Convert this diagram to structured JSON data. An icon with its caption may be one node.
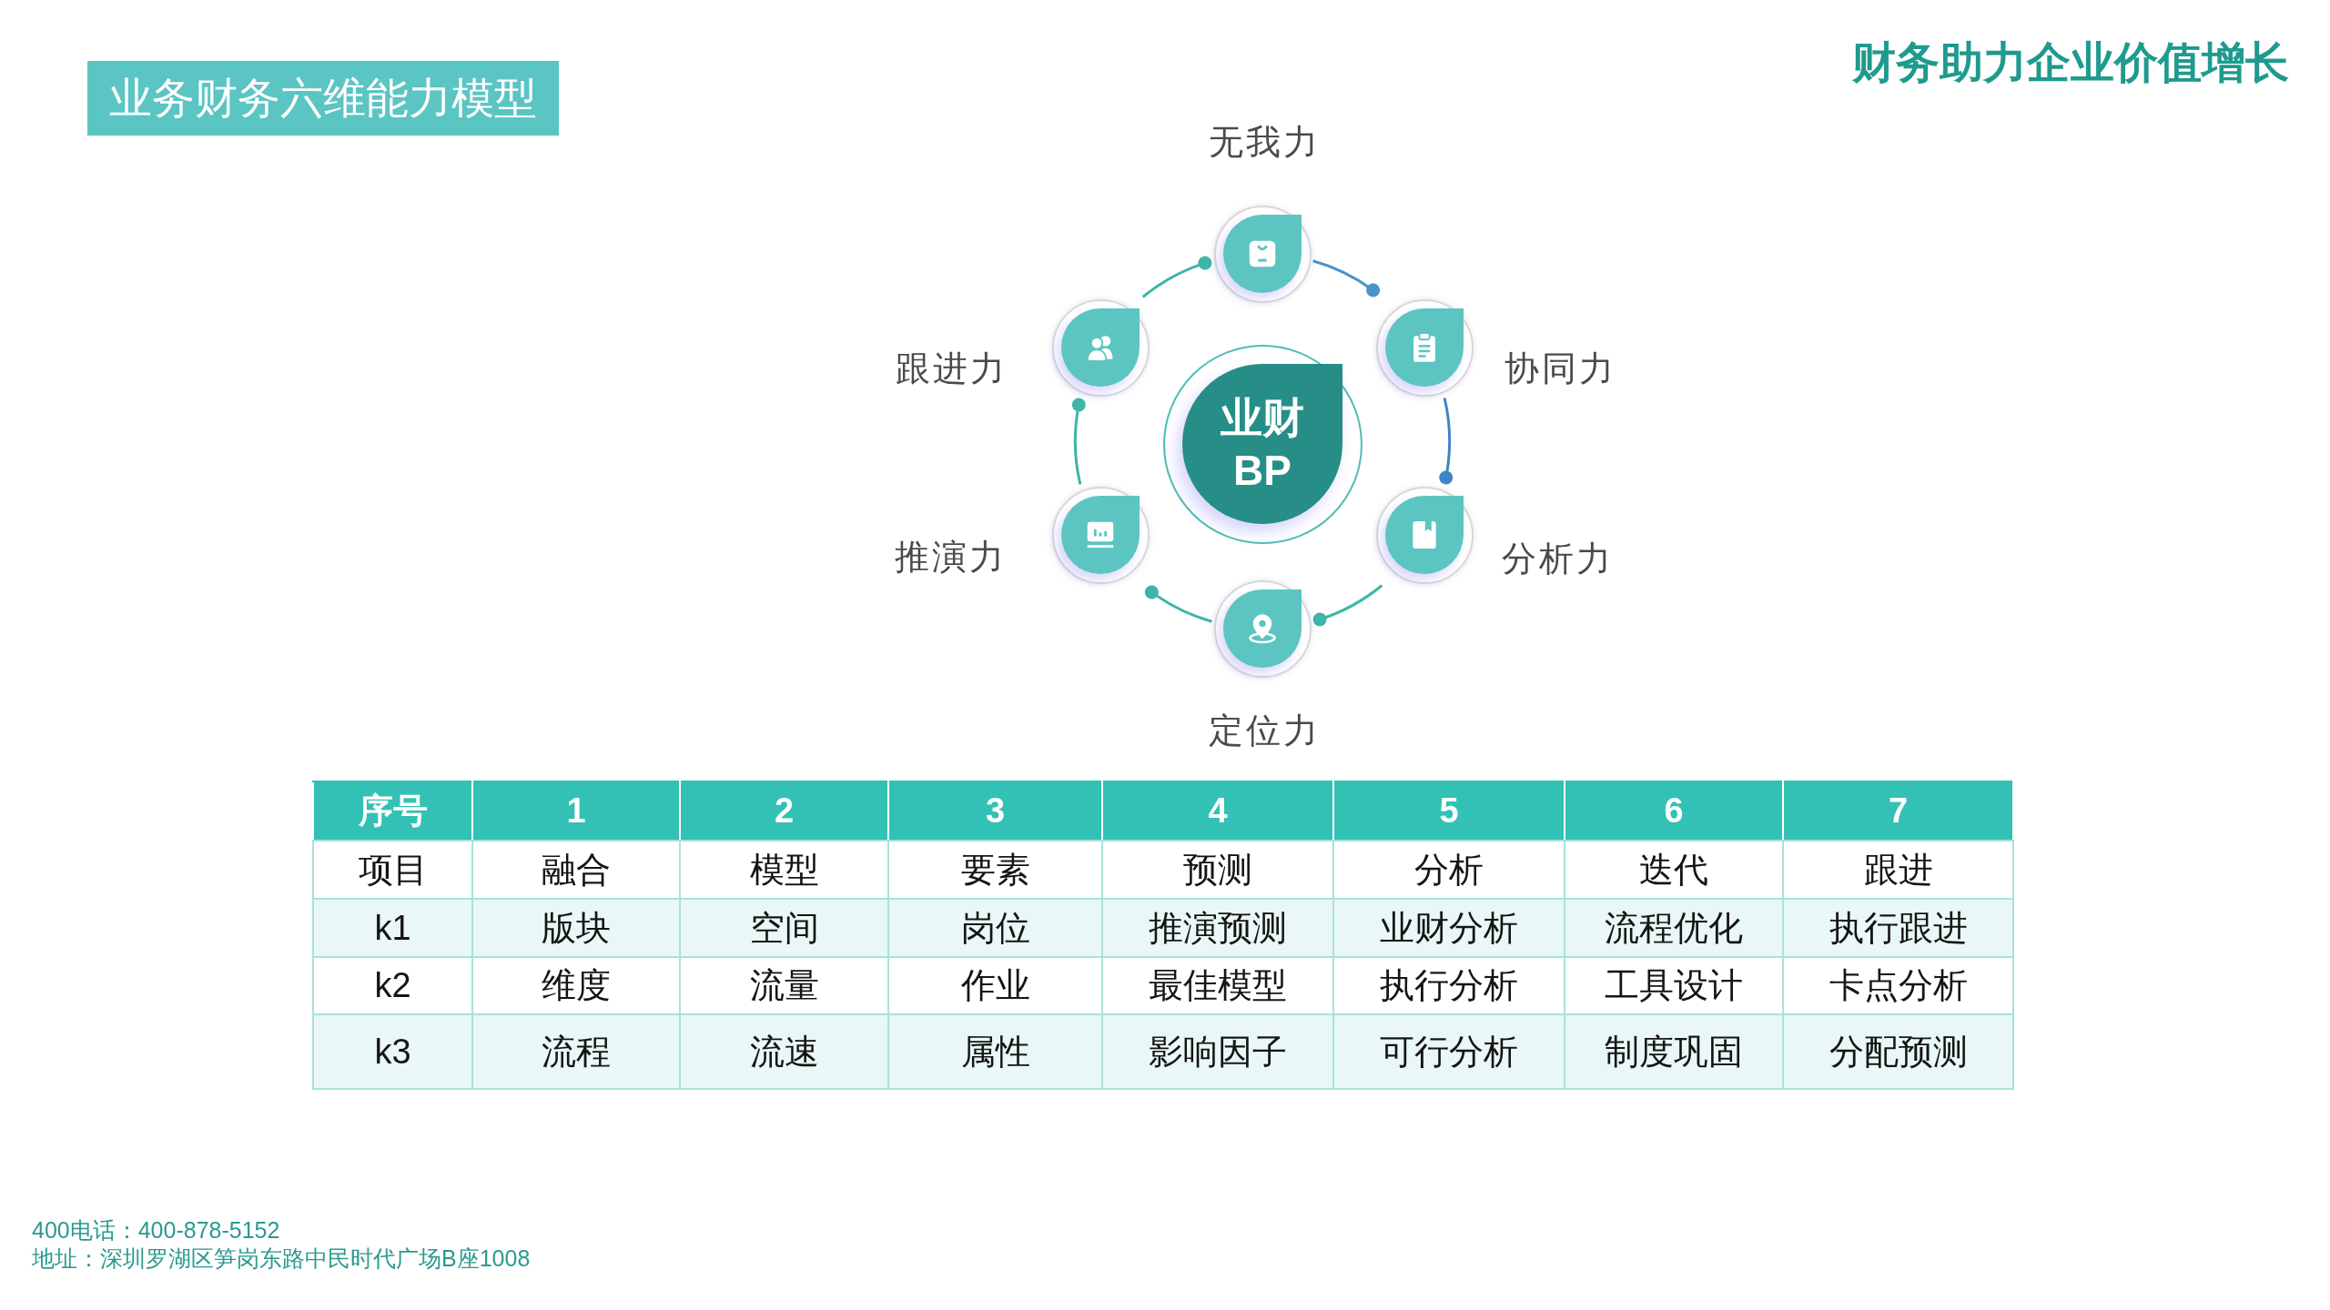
{
  "diagram": {
    "title": "业务财务六维能力模型",
    "nodes": [
      {
        "text": [
          "业财BP"
        ]
      },
      {
        "text": [],
        "shape": "circle",
        "beside": [
          "无我力"
        ]
      },
      {
        "text": [],
        "shape": "circle",
        "beside": [
          "协同力"
        ]
      },
      {
        "text": [],
        "shape": "circle",
        "beside": [
          "分析力"
        ]
      },
      {
        "text": [],
        "shape": "circle",
        "beside": [
          "定位力"
        ]
      },
      {
        "text": [],
        "shape": "circle",
        "beside": [
          "推演力"
        ]
      },
      {
        "text": [],
        "shape": "circle",
        "beside": [
          "跟进力"
        ]
      }
    ],
    "edges": [
      {
        "from": 1,
        "to": 2,
        "arrow": "other",
        "color": "#4a93c9"
      },
      {
        "from": 2,
        "to": 3,
        "arrow": "other",
        "color": "#3f84c6"
      },
      {
        "from": 3,
        "to": 4,
        "arrow": "other"
      },
      {
        "from": 4,
        "to": 5,
        "arrow": "other"
      },
      {
        "from": 5,
        "to": 6,
        "arrow": "other"
      },
      {
        "from": 6,
        "to": 1,
        "arrow": "other"
      }
    ],
    "labels": [
      "财务助力企业价值增长",
      "序号",
      "1",
      "2",
      "3",
      "4",
      "5",
      "6",
      "7",
      "项目",
      "融合",
      "模型",
      "要素",
      "预测",
      "分析",
      "迭代",
      "跟进",
      "k1",
      "版块",
      "空间",
      "岗位",
      "推演预测",
      "业财分析",
      "流程优化",
      "执行跟进",
      "k2",
      "维度",
      "流量",
      "作业",
      "最佳模型",
      "执行分析",
      "工具设计",
      "卡点分析",
      "k3",
      "流程",
      "流速",
      "属性",
      "影响因子",
      "可行分析",
      "制度巩固",
      "分配预测",
      "400电话：400-878-5152",
      "地址：深圳罗湖区笋岗东路中民时代广场B座1008"
    ]
  }
}
